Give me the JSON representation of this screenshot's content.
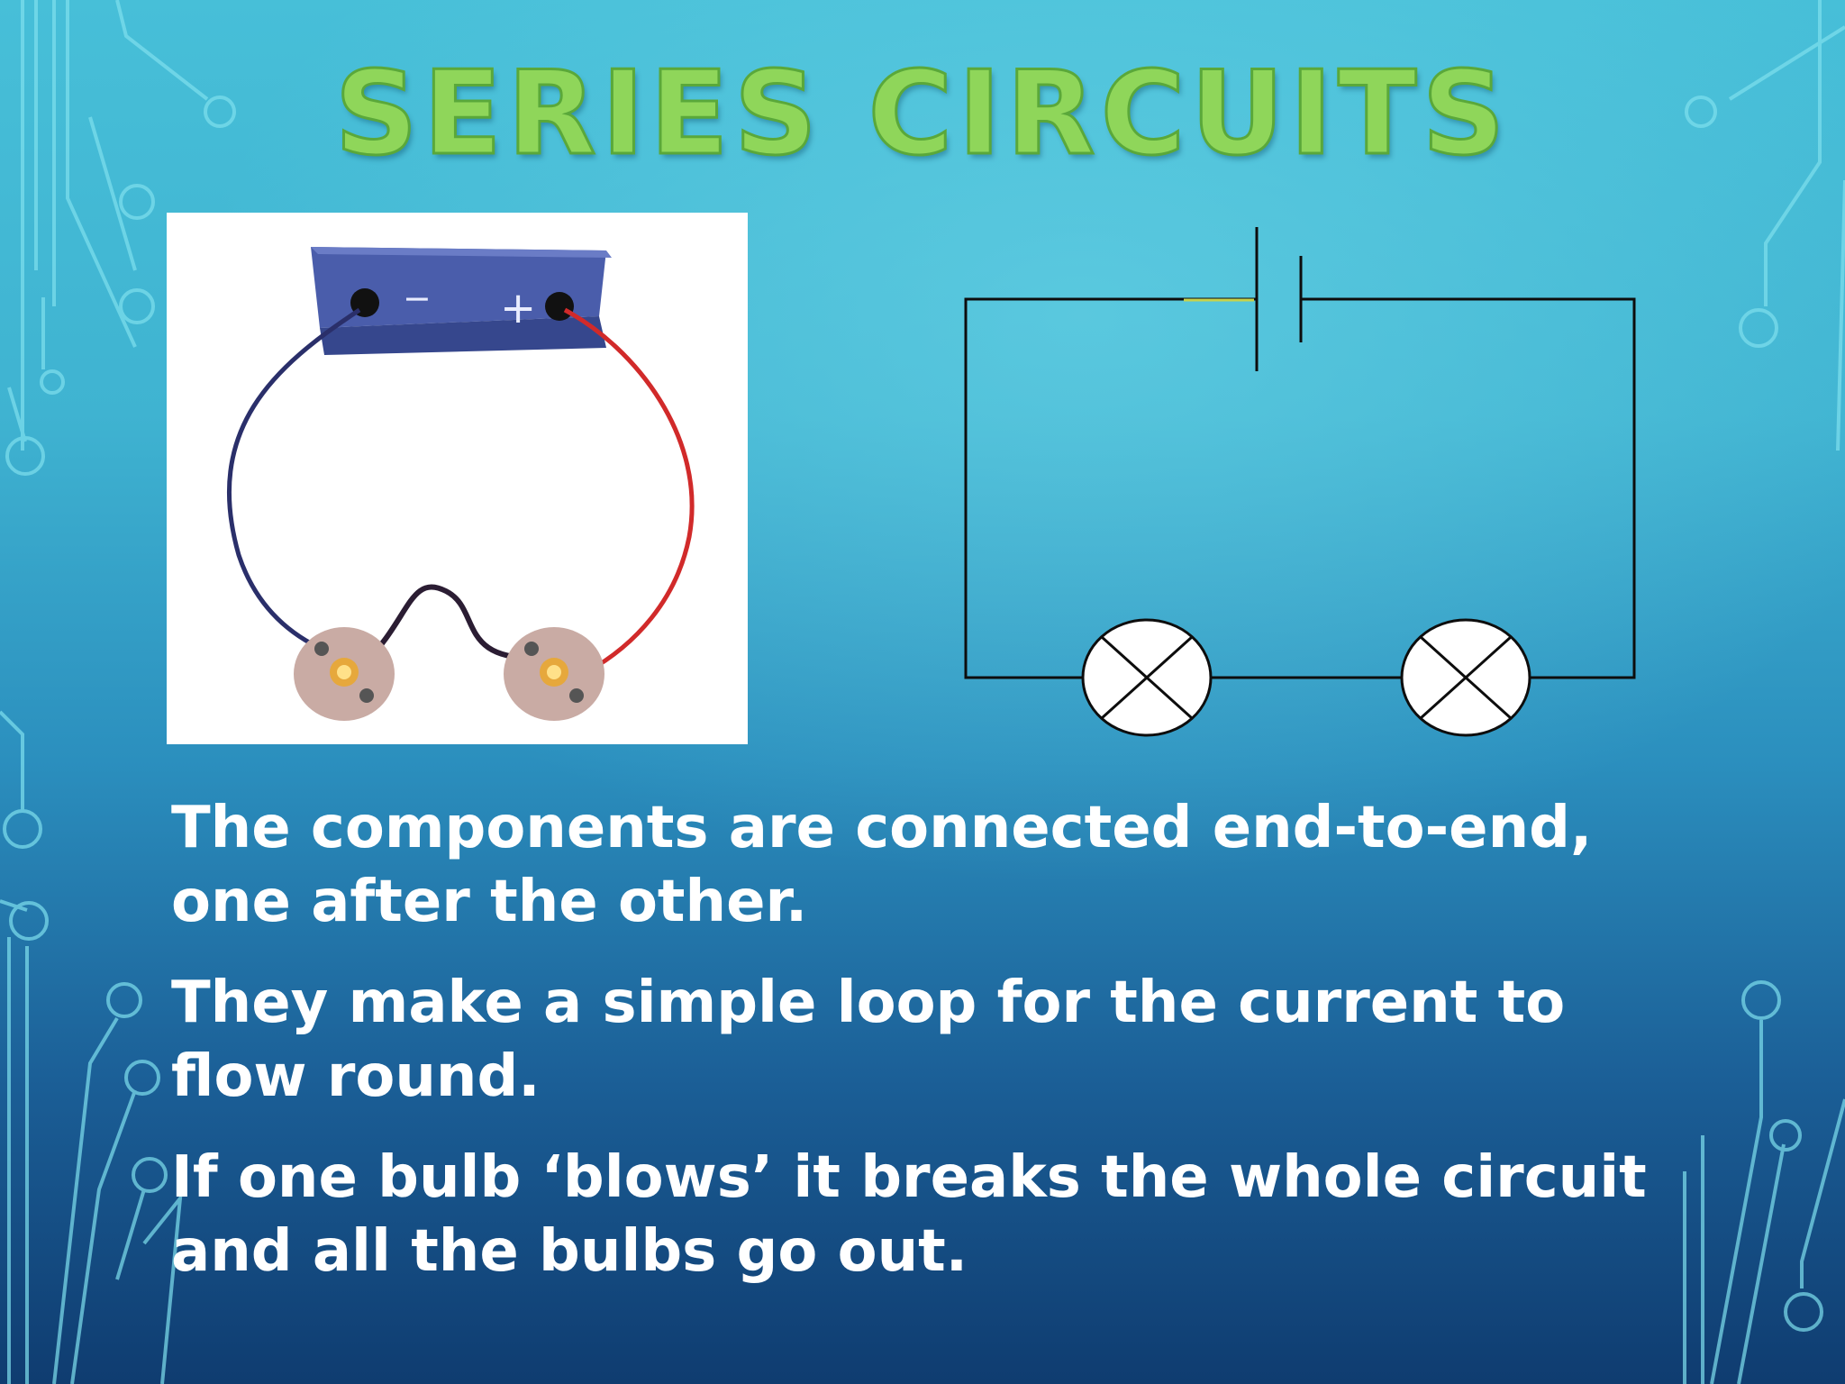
{
  "slide": {
    "title": "SERIES CIRCUITS",
    "photo": {
      "battery_minus": "−",
      "battery_plus": "+"
    },
    "bullets": [
      "The components are connected end-to-end, one after the other.",
      "They make a simple loop for the current to flow round.",
      "If one bulb ‘blows’ it breaks the whole circuit and all the bulbs go out."
    ],
    "colors": {
      "title_fill": "#8fd65a",
      "text": "#ffffff",
      "wire_positive": "#d12a2a",
      "wire_negative": "#2a2f6a",
      "battery_body": "#3d4fa0"
    },
    "icons": [
      "circuit-trace-decoration",
      "battery-photo",
      "lamp-symbol",
      "cell-symbol"
    ]
  }
}
